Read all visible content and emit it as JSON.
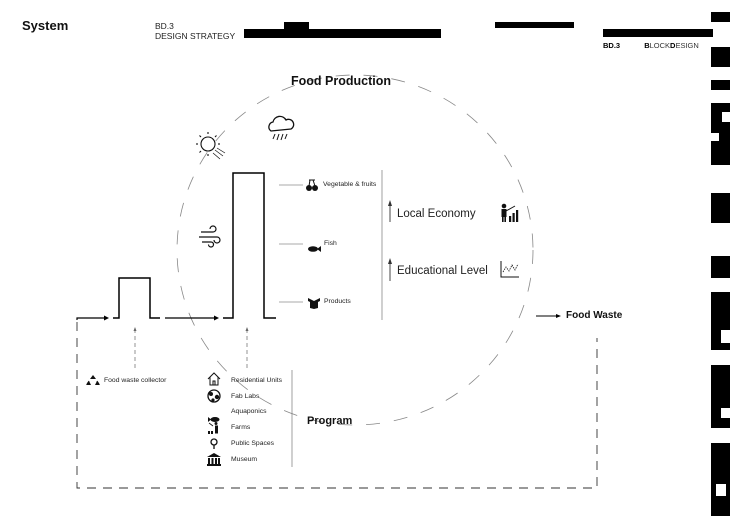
{
  "header": {
    "section": "System",
    "code": "BD.3",
    "subtitle": "DESIGN STRATEGY",
    "brand_code": "BD.3",
    "brand_parts": [
      "B",
      "LOCK",
      "D",
      "ESIGN"
    ]
  },
  "diagram": {
    "title": "Food Production",
    "climate_icons": [
      "sun-icon",
      "rain-cloud-icon",
      "wind-icon"
    ],
    "outputs": [
      {
        "label": "Vegetable & fruits",
        "icon": "cherries-icon"
      },
      {
        "label": "Fish",
        "icon": "fish-icon"
      },
      {
        "label": "Products",
        "icon": "box-icon"
      }
    ],
    "impacts": [
      {
        "label": "Local Economy",
        "direction": "up",
        "icon": "presenter-chart-icon"
      },
      {
        "label": "Educational Level",
        "direction": "up",
        "icon": "line-chart-icon"
      }
    ],
    "waste_label": "Food Waste",
    "collector_label": "Food waste collector",
    "program_title": "Program",
    "program_items": [
      {
        "label": "Residential Units",
        "icon": "house-icon"
      },
      {
        "label": "Fab Labs",
        "icon": "globe-icon"
      },
      {
        "label": "Aquaponics",
        "icon": "fish-icon"
      },
      {
        "label": "Farms",
        "icon": "farmer-icon"
      },
      {
        "label": "Public Spaces",
        "icon": "location-pin-icon"
      },
      {
        "label": "Museum",
        "icon": "museum-icon"
      }
    ]
  }
}
